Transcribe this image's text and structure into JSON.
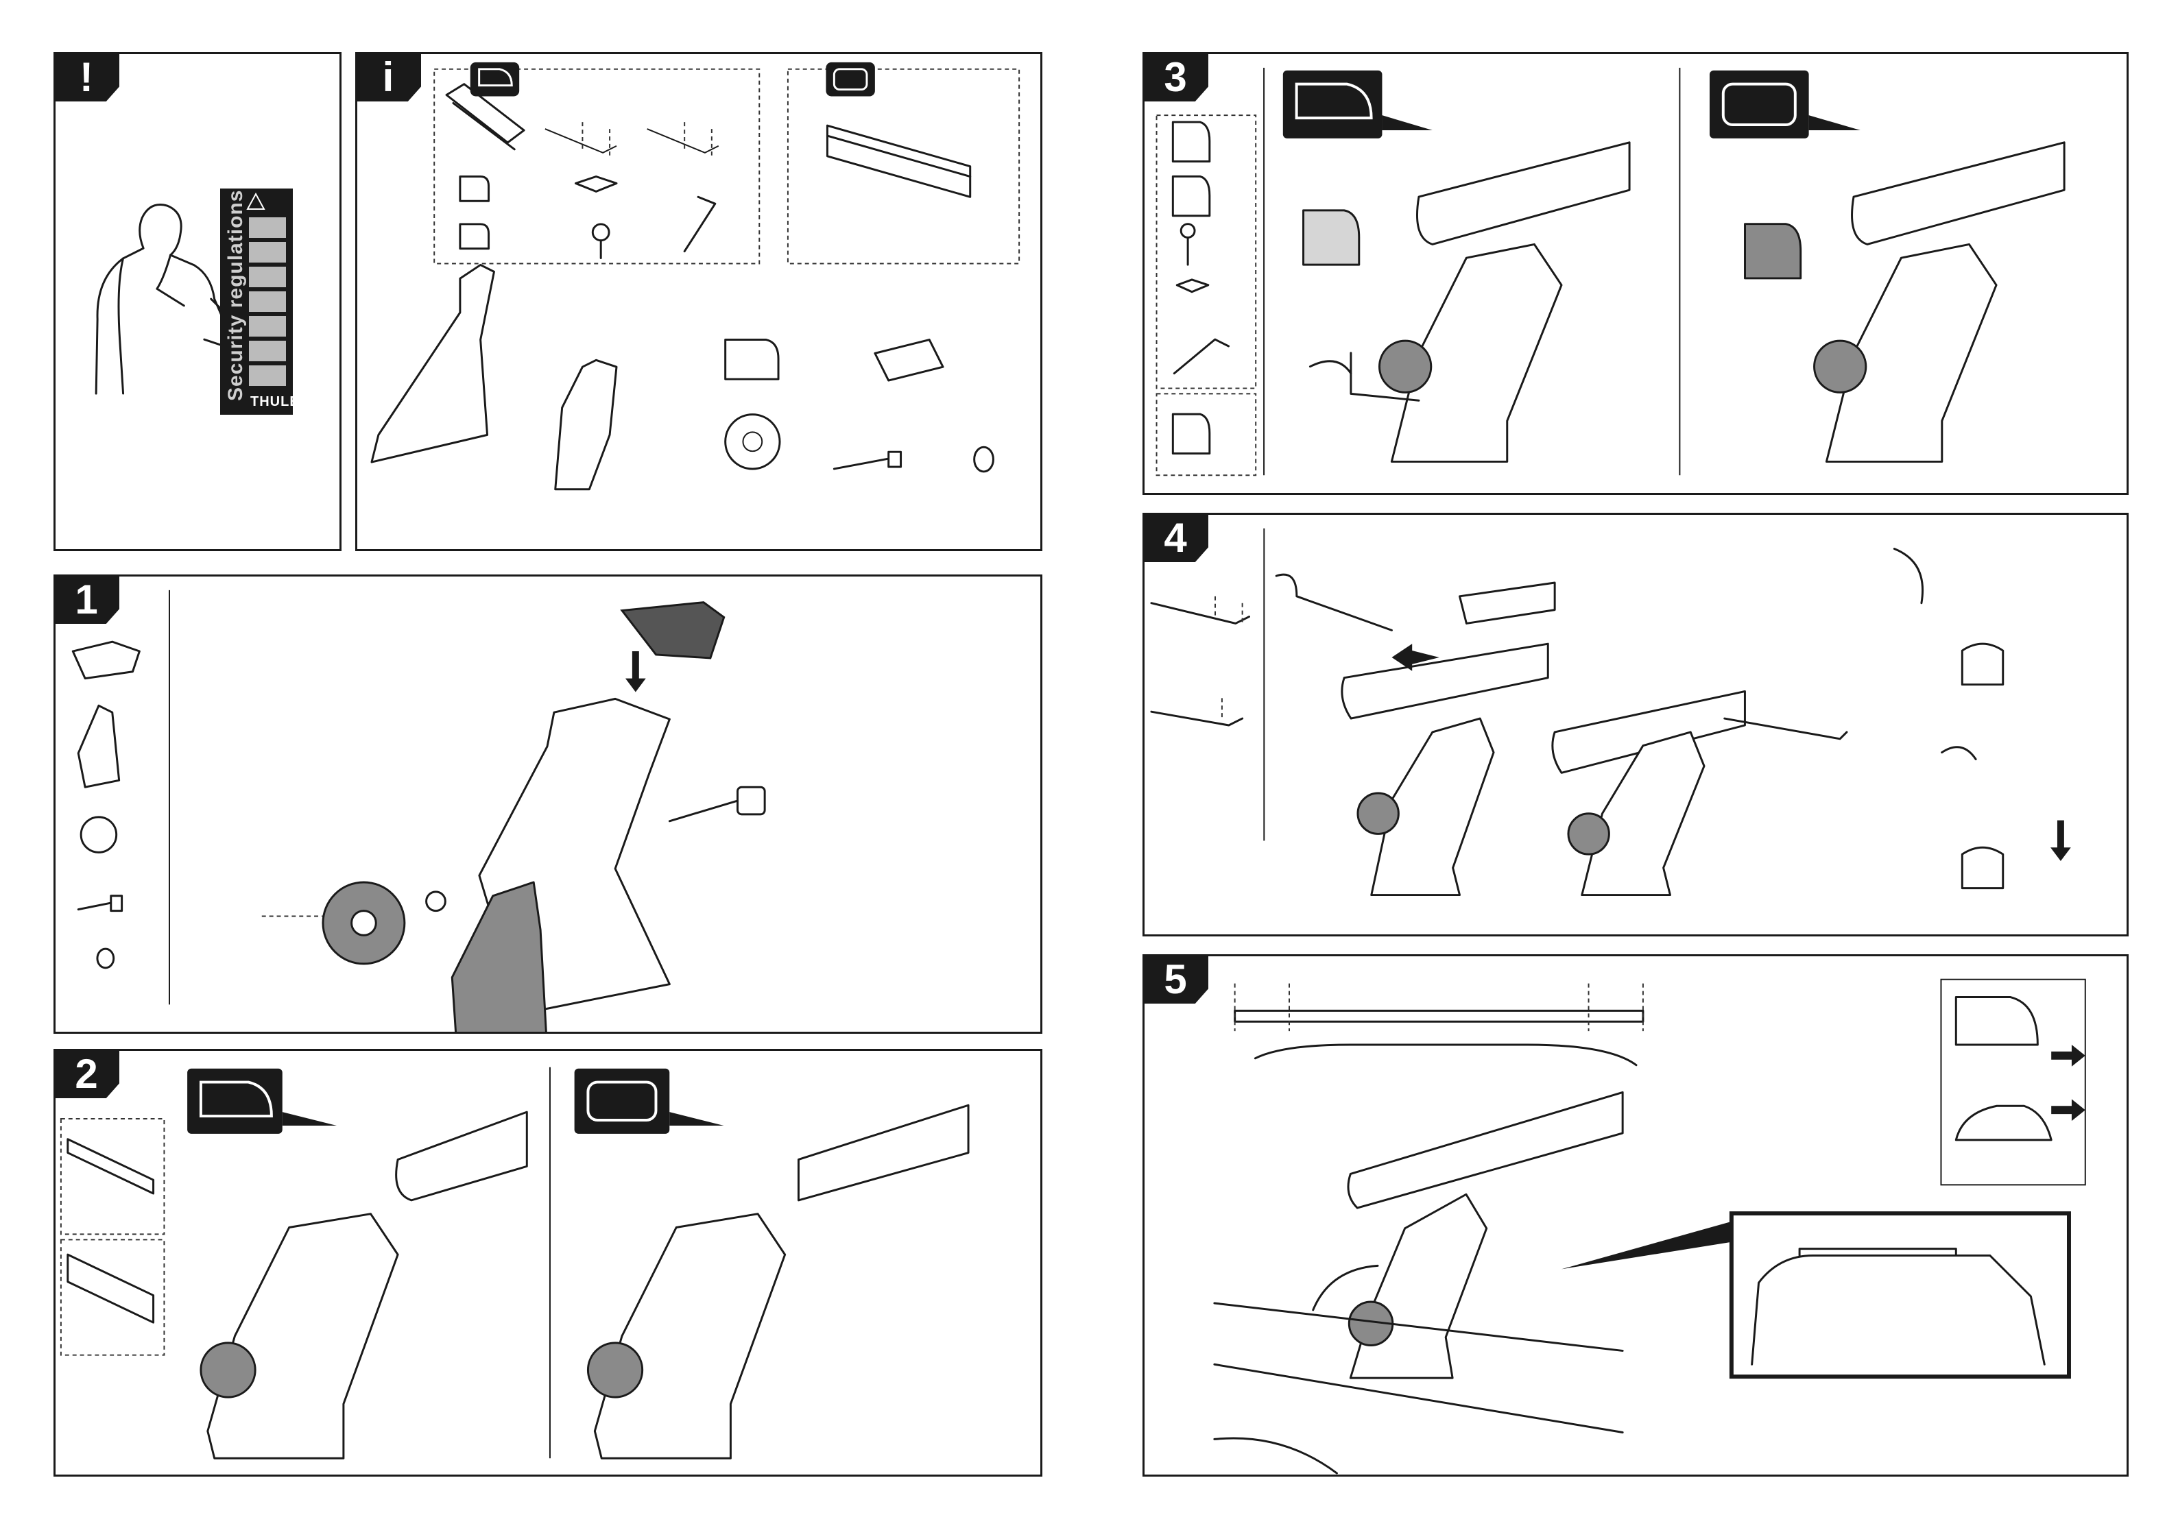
{
  "steps": {
    "warning": "!",
    "info": "i",
    "s1": "1",
    "s2": "2",
    "s3": "3",
    "s4": "4",
    "s5": "5"
  },
  "manual_card": {
    "title": "Security regulations",
    "brand": "THULE"
  },
  "icons": {
    "warning_triangle": "warning-triangle-icon",
    "profile_bar": "slotted-profile-bar-icon",
    "square_bar": "square-steel-bar-icon",
    "push_arrow": "arrow-icon",
    "rotate": "rotate-arrow-icon"
  },
  "colors": {
    "ink": "#1a1a1a",
    "panel_bg": "#ffffff",
    "gray_part": "#8a8a8a",
    "light_part": "#d6d6d6"
  }
}
